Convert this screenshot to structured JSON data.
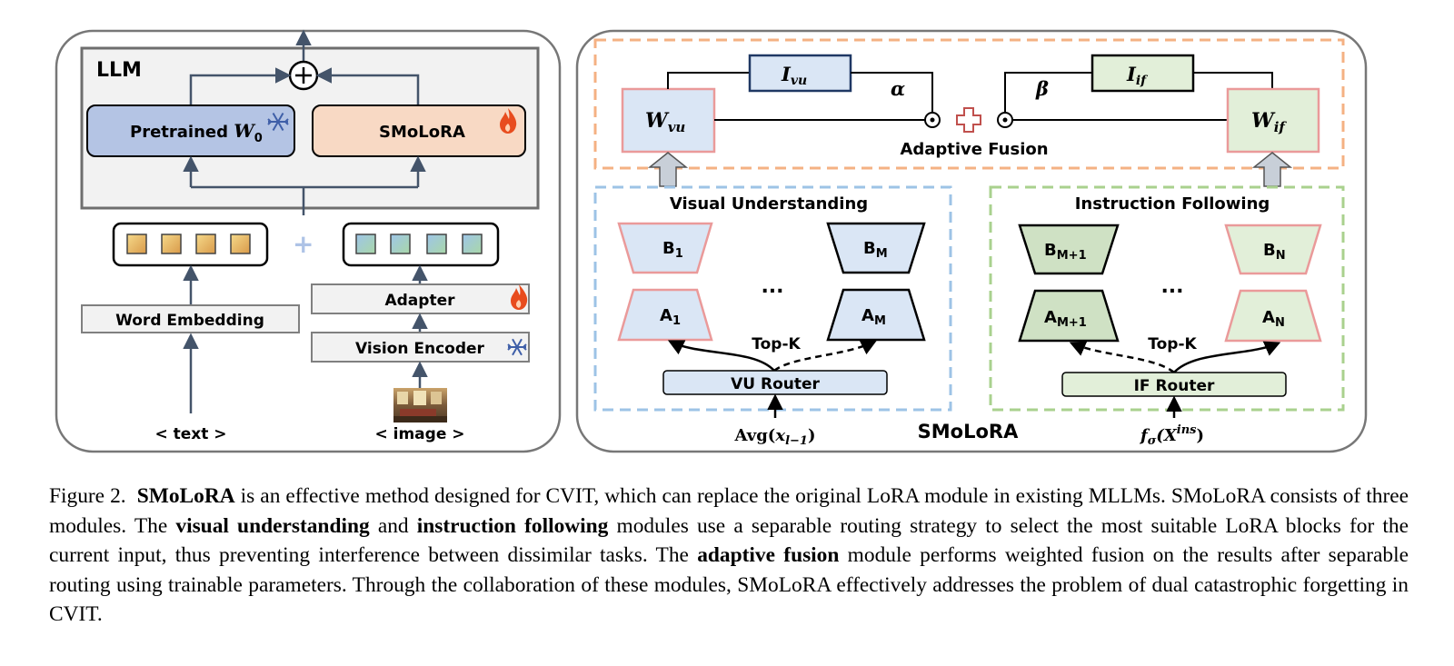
{
  "left_panel": {
    "llm_label": "LLM",
    "pretrained_label": "Pretrained",
    "pretrained_var": "W",
    "pretrained_sub": "0",
    "smolora_label": "SMoLoRA",
    "word_embedding_label": "Word Embedding",
    "adapter_label": "Adapter",
    "vision_encoder_label": "Vision Encoder",
    "text_input_label": "< text >",
    "image_input_label": "< image >",
    "plus_symbol": "+"
  },
  "right_panel": {
    "fusion": {
      "ivu_label": "I",
      "ivu_sub": "vu",
      "iif_label": "I",
      "iif_sub": "if",
      "alpha": "α",
      "beta": "β",
      "wvu_label": "W",
      "wvu_sub": "vu",
      "wif_label": "W",
      "wif_sub": "if",
      "adaptive_fusion_label": "Adaptive Fusion"
    },
    "visual_understanding": {
      "title": "Visual Understanding",
      "b1": "B",
      "b1_sub": "1",
      "bm": "B",
      "bm_sub": "M",
      "a1": "A",
      "a1_sub": "1",
      "am": "A",
      "am_sub": "M",
      "ellipsis": "...",
      "topk": "Top-K",
      "router": "VU Router",
      "input_fn": "Avg(",
      "input_var": "x",
      "input_sub": "l−1",
      "input_close": ")"
    },
    "instruction_following": {
      "title": "Instruction Following",
      "bm1": "B",
      "bm1_sub": "M+1",
      "bn": "B",
      "bn_sub": "N",
      "am1": "A",
      "am1_sub": "M+1",
      "an": "A",
      "an_sub": "N",
      "ellipsis": "...",
      "topk": "Top-K",
      "router": "IF Router",
      "input_f": "f",
      "input_f_sub": "σ",
      "input_x": "(X",
      "input_x_sup": "ins",
      "input_close": ")"
    },
    "module_label": "SMoLoRA"
  },
  "caption": {
    "prefix": "Figure 2.",
    "bold1": "SMoLoRA",
    "text1": " is an effective method designed for CVIT, which can replace the original LoRA module in existing MLLMs. SMoLoRA consists of three modules. The ",
    "bold2": "visual understanding",
    "text2": " and ",
    "bold3": "instruction following",
    "text3": " modules use a separable routing strategy to select the most suitable LoRA blocks for the current input, thus preventing interference between dissimilar tasks. The ",
    "bold4": "adaptive fusion",
    "text4": " module performs weighted fusion on the results after separable routing using trainable parameters. Through the collaboration of these modules, SMoLoRA effectively addresses the problem of dual catastrophic forgetting in CVIT."
  },
  "colors": {
    "dark_line": "#44546a",
    "blue_fill": "#b4c4e4",
    "orange_fill": "#f8d9c4",
    "light_blue_fill": "#dae6f5",
    "light_green_fill": "#e2efd9",
    "green_dark_fill": "#cfe1c4",
    "pink_edge": "#ea9a9a",
    "orange_dash": "#f4b183",
    "blue_dash": "#9dc3e6",
    "green_dash": "#a9d18e",
    "flame": "#e84c1e",
    "snow": "#3f5fa8"
  }
}
